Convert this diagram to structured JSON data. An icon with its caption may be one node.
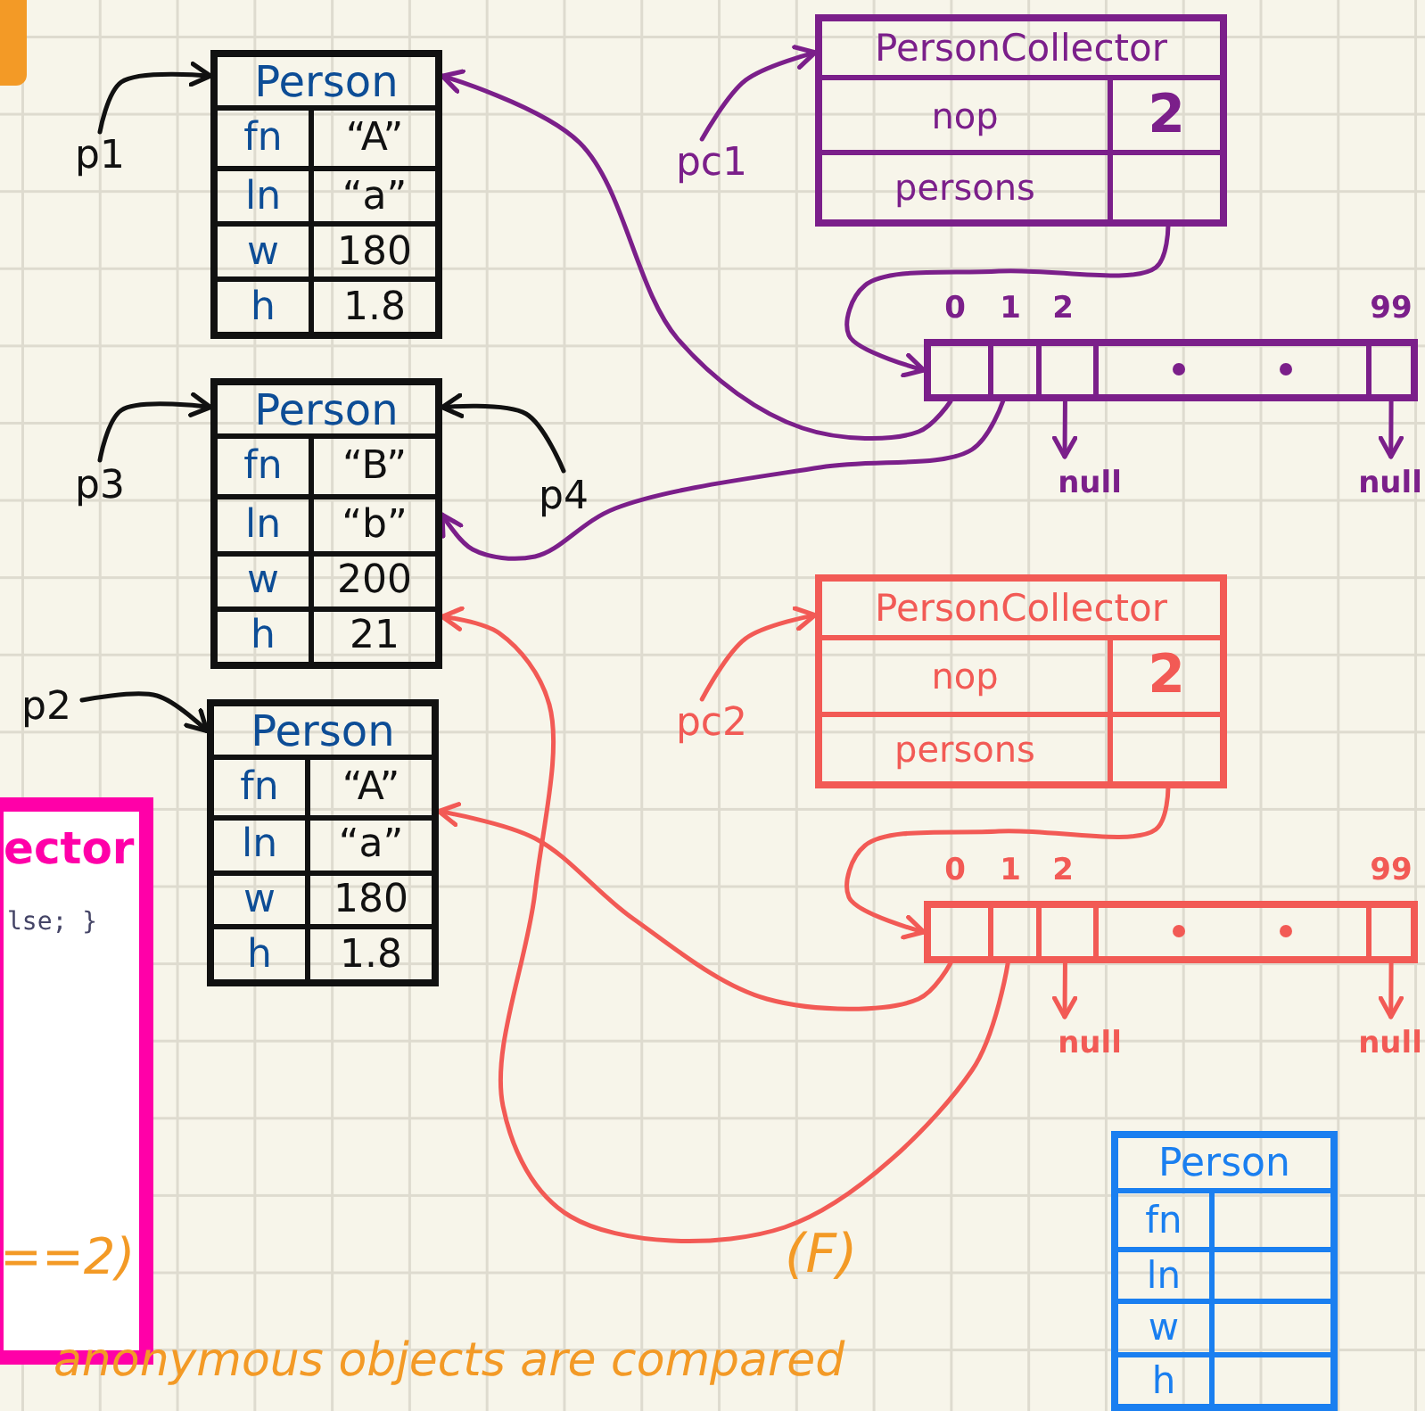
{
  "diagram": {
    "nodes": [
      {
        "text": [
          "Person",
          "fn",
          "“A”",
          "ln",
          "“a”",
          "w",
          "180",
          "h",
          "1.8"
        ]
      },
      {
        "text": [
          "Person",
          "fn",
          "“B”",
          "ln",
          "“b”",
          "w",
          "200",
          "h",
          "21"
        ]
      },
      {
        "text": [
          "Person",
          "fn",
          "“A”",
          "ln",
          "“a”",
          "w",
          "180",
          "h",
          "1.8"
        ]
      },
      {
        "text": [
          "p1"
        ]
      },
      {
        "text": [
          "p3"
        ]
      },
      {
        "text": [
          "p4"
        ]
      },
      {
        "text": [
          "p2"
        ]
      },
      {
        "text": [
          "pc1"
        ]
      },
      {
        "text": [
          "PersonCollector",
          "nop",
          "2",
          "persons"
        ]
      },
      {
        "text": [],
        "shape": "bar",
        "beside": [
          "0",
          "1",
          "2",
          "99"
        ]
      },
      {
        "text": [
          "null"
        ]
      },
      {
        "text": [
          "null"
        ]
      },
      {
        "text": [
          "pc2"
        ]
      },
      {
        "text": [
          "PersonCollector",
          "nop",
          "2",
          "persons"
        ]
      },
      {
        "text": [],
        "shape": "bar",
        "beside": [
          "0",
          "1",
          "2",
          "99"
        ]
      },
      {
        "text": [
          "null"
        ]
      },
      {
        "text": [
          "null"
        ]
      },
      {
        "text": [
          "Person",
          "fn",
          "ln",
          "w",
          "h"
        ]
      },
      {
        "text": [
          "ector",
          "lse; }"
        ]
      }
    ],
    "edges": [
      {
        "from": 3,
        "to": 0,
        "arrow": "to",
        "color": "#111111"
      },
      {
        "from": 4,
        "to": 1,
        "arrow": "to",
        "color": "#111111"
      },
      {
        "from": 5,
        "to": 1,
        "arrow": "to",
        "color": "#111111"
      },
      {
        "from": 6,
        "to": 2,
        "arrow": "to",
        "color": "#111111"
      },
      {
        "from": 7,
        "to": 8,
        "arrow": "to",
        "color": "#7b1f8a"
      },
      {
        "from": 8,
        "to": 9,
        "arrow": "to",
        "color": "#7b1f8a"
      },
      {
        "from": 9,
        "to": 0,
        "arrow": "to",
        "color": "#7b1f8a"
      },
      {
        "from": 9,
        "to": 1,
        "arrow": "to",
        "color": "#7b1f8a"
      },
      {
        "from": 9,
        "to": 10,
        "arrow": "to",
        "color": "#7b1f8a"
      },
      {
        "from": 9,
        "to": 11,
        "arrow": "to",
        "color": "#7b1f8a"
      },
      {
        "from": 12,
        "to": 13,
        "arrow": "to",
        "color": "#f25a55"
      },
      {
        "from": 13,
        "to": 14,
        "arrow": "to",
        "color": "#f25a55"
      },
      {
        "from": 14,
        "to": 2,
        "arrow": "to",
        "color": "#f25a55"
      },
      {
        "from": 14,
        "to": 1,
        "arrow": "to",
        "color": "#f25a55"
      },
      {
        "from": 14,
        "to": 15,
        "arrow": "to",
        "color": "#f25a55"
      },
      {
        "from": 14,
        "to": 16,
        "arrow": "to",
        "color": "#f25a55"
      }
    ],
    "labels": [
      "==2)",
      "(F)",
      "anonymous objects are compared"
    ]
  }
}
